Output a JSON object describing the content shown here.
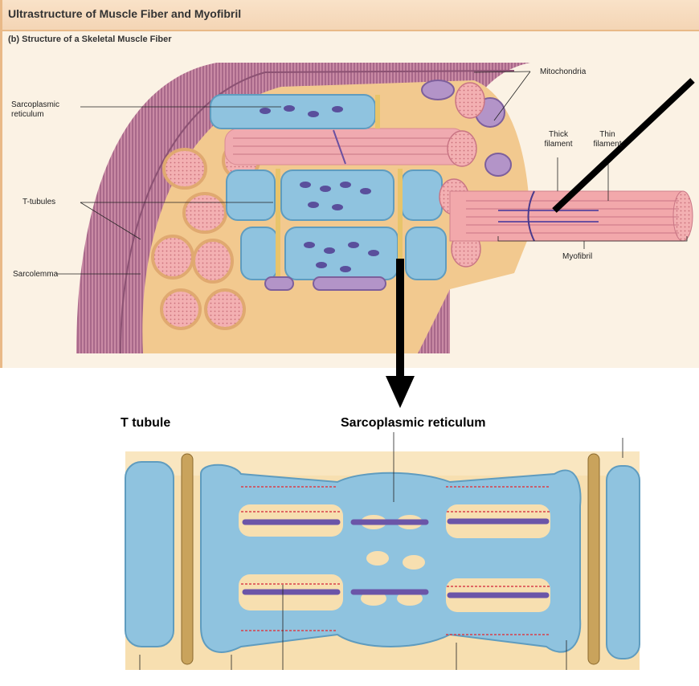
{
  "header": {
    "title": "Ultrastructure of Muscle Fiber and Myofibril",
    "subtitle": "(b) Structure of a Skeletal Muscle Fiber"
  },
  "top_labels": {
    "sarcoplasmic_reticulum": "Sarcoplasmic reticulum",
    "t_tubules": "T-tubules",
    "sarcolemma": "Sarcolemma",
    "mitochondria": "Mitochondria",
    "thick_filament": "Thick filament",
    "thin_filament": "Thin filament",
    "myofibril": "Myofibril"
  },
  "bottom_labels": {
    "t_tubule": "T tubule",
    "sarcoplasmic_reticulum": "Sarcoplasmic reticulum"
  },
  "colors": {
    "sr_blue": "#8fc3df",
    "myofibril_pink": "#f2a8ab",
    "sarcolemma_purple": "#b87c98",
    "tubule_yellow": "#f3d58b",
    "arrow": "#000000"
  }
}
